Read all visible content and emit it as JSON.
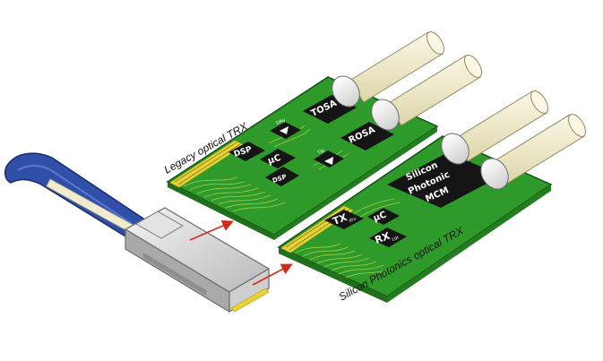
{
  "captions": {
    "legacy": "Legacy optical TRX",
    "silicon": "Silicon Photonics optical TRX"
  },
  "legacy_board": {
    "dsp1": "DSP",
    "uc": "µC",
    "dsp2": "DSP",
    "tosa": "TOSA",
    "rosa": "ROSA",
    "drv": "DRV",
    "tia": "TIA"
  },
  "silicon_board": {
    "mcm_line1": "Silicon",
    "mcm_line2": "Photonic",
    "mcm_line3": "MCM",
    "tx": "TX",
    "tx_sub": "drv",
    "uc": "µC",
    "rx": "RX",
    "rx_sub": "cdr"
  },
  "colors": {
    "pcb_green": "#2e9a2a",
    "pcb_dark": "#1f6f1d",
    "gold": "#e8d23a",
    "chip": "#151515",
    "fiber": "#f4efcf",
    "arrow": "#d22a1e",
    "tab_blue": "#2f4fa8"
  }
}
